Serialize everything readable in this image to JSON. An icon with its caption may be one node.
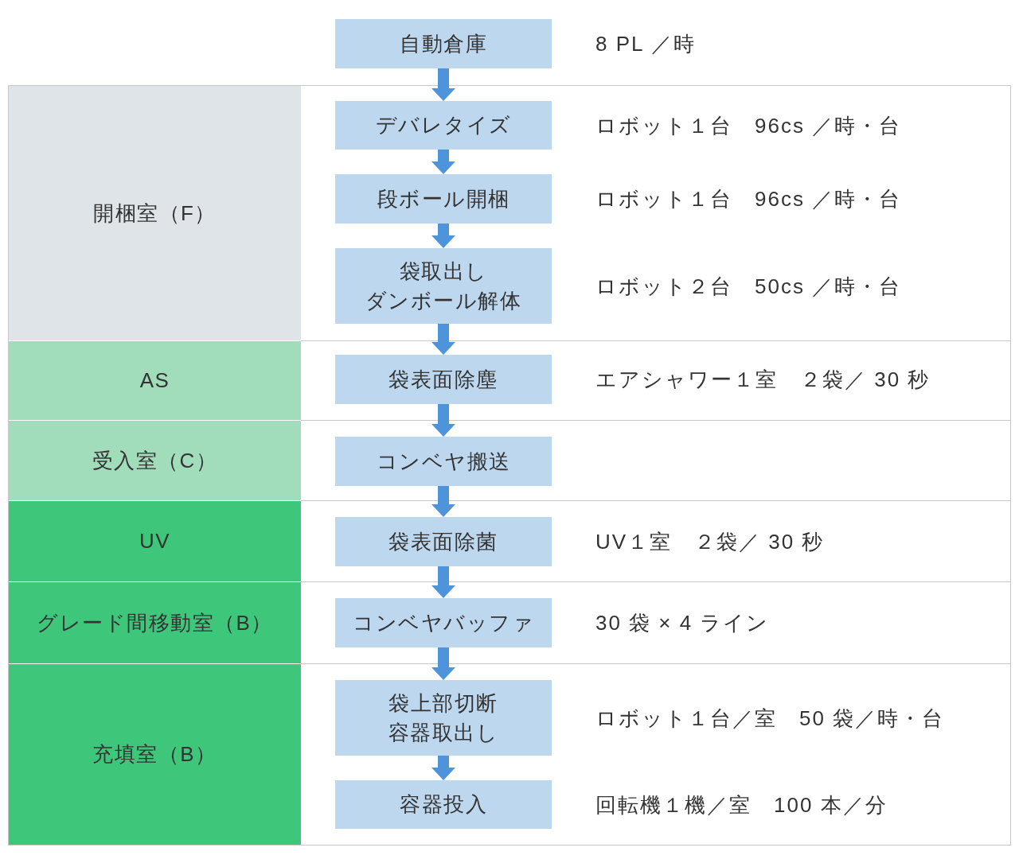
{
  "diagram": {
    "nodes": [
      {
        "text": [
          "自動倉庫"
        ],
        "beside": [
          "8 PL ／時"
        ]
      },
      {
        "text": [
          "開梱室（F）"
        ]
      },
      {
        "text": [
          "デバレタイズ"
        ],
        "beside": [
          "ロボット１台　96cs ／時・台"
        ]
      },
      {
        "text": [
          "段ボール開梱"
        ],
        "beside": [
          "ロボット１台　96cs ／時・台"
        ]
      },
      {
        "text": [
          "袋取出しダンボール解体"
        ],
        "beside": [
          "ロボット２台　50cs ／時・台"
        ]
      },
      {
        "text": [
          "AS"
        ]
      },
      {
        "text": [
          "袋表面除塵"
        ],
        "beside": [
          "エアシャワー１室　２袋／ 30 秒"
        ]
      },
      {
        "text": [
          "受入室（C）"
        ]
      },
      {
        "text": [
          "コンベヤ搬送"
        ]
      },
      {
        "text": [
          "UV"
        ]
      },
      {
        "text": [
          "袋表面除菌"
        ],
        "beside": [
          "UV１室　２袋／ 30 秒"
        ]
      },
      {
        "text": [
          "グレード間移動室（B）"
        ]
      },
      {
        "text": [
          "コンベヤバッファ"
        ],
        "beside": [
          "30 袋 × 4 ライン"
        ]
      },
      {
        "text": [
          "充填室（B）"
        ]
      },
      {
        "text": [
          "袋上部切断容器取出し"
        ],
        "beside": [
          "ロボット１台／室　50 袋／時・台"
        ]
      },
      {
        "text": [
          "容器投入"
        ],
        "beside": [
          "回転機１機／室　100 本／分"
        ]
      }
    ],
    "edges": [
      {
        "from": 0,
        "to": 2,
        "arrow": "to"
      },
      {
        "from": 2,
        "to": 3,
        "arrow": "to"
      },
      {
        "from": 3,
        "to": 4,
        "arrow": "to"
      },
      {
        "from": 4,
        "to": 6,
        "arrow": "to"
      },
      {
        "from": 6,
        "to": 8,
        "arrow": "to"
      },
      {
        "from": 8,
        "to": 10,
        "arrow": "to"
      },
      {
        "from": 10,
        "to": 12,
        "arrow": "to"
      },
      {
        "from": 12,
        "to": 14,
        "arrow": "to"
      },
      {
        "from": 14,
        "to": 15,
        "arrow": "to"
      }
    ]
  }
}
